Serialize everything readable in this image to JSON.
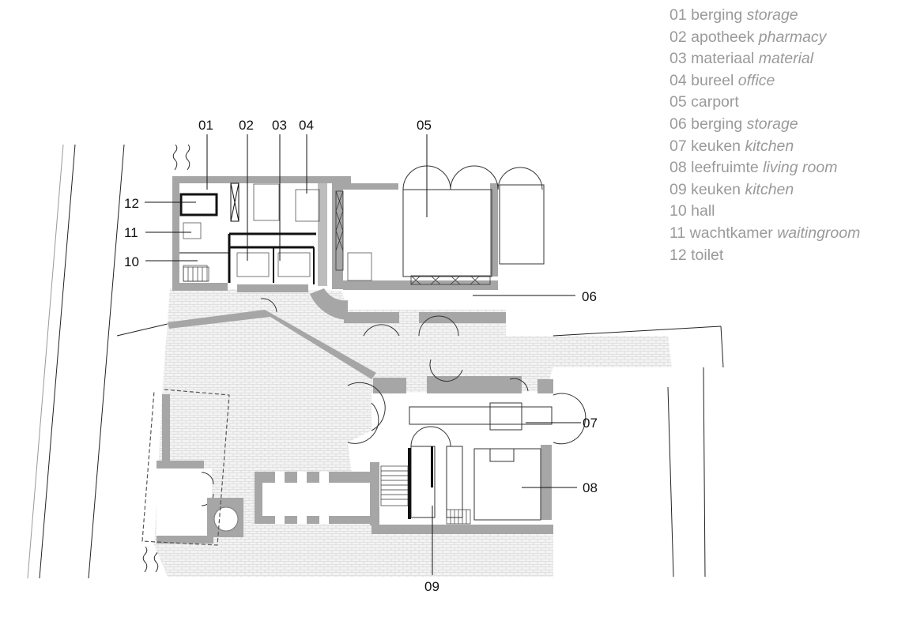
{
  "legend": [
    {
      "num": "01",
      "nl": "berging",
      "en": "storage"
    },
    {
      "num": "02",
      "nl": "apotheek",
      "en": "pharmacy"
    },
    {
      "num": "03",
      "nl": "materiaal",
      "en": "material"
    },
    {
      "num": "04",
      "nl": "bureel",
      "en": "office"
    },
    {
      "num": "05",
      "nl": "carport",
      "en": ""
    },
    {
      "num": "06",
      "nl": "berging",
      "en": "storage"
    },
    {
      "num": "07",
      "nl": "keuken",
      "en": "kitchen"
    },
    {
      "num": "08",
      "nl": "leefruimte",
      "en": "living room"
    },
    {
      "num": "09",
      "nl": "keuken",
      "en": "kitchen"
    },
    {
      "num": "10",
      "nl": "hall",
      "en": ""
    },
    {
      "num": "11",
      "nl": "wachtkamer",
      "en": "waitingroom"
    },
    {
      "num": "12",
      "nl": "toilet",
      "en": ""
    }
  ],
  "callouts": {
    "c01": "01",
    "c02": "02",
    "c03": "03",
    "c04": "04",
    "c05": "05",
    "c06": "06",
    "c07": "07",
    "c08": "08",
    "c09": "09",
    "c10": "10",
    "c11": "11",
    "c12": "12"
  },
  "colors": {
    "wall": "#a6a6a6",
    "paving": "#e6e6e6",
    "ink": "#111111",
    "legend_text": "#9a9a9a"
  }
}
